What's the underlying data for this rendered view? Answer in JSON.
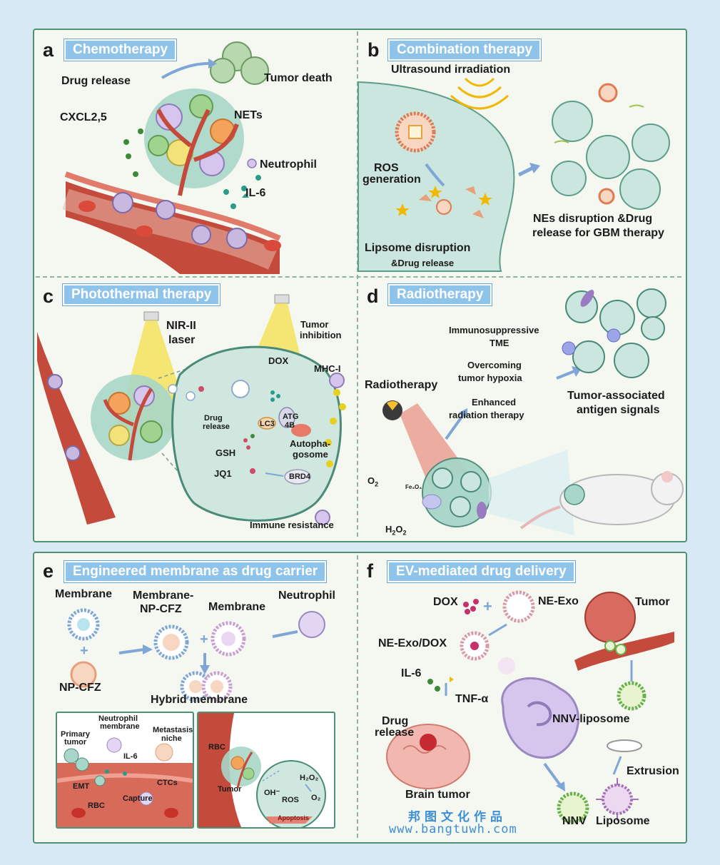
{
  "panels": {
    "a": {
      "letter": "a",
      "title": "Chemotherapy",
      "labels": {
        "drug_release": "Drug release",
        "tumor_death": "Tumor death",
        "cxcl": "CXCL2,5",
        "nets": "NETs",
        "neutrophil": "Neutrophil",
        "il6": "IL-6"
      }
    },
    "b": {
      "letter": "b",
      "title": "Combination therapy",
      "labels": {
        "ultrasound": "Ultrasound irradiation",
        "ros_1": "ROS",
        "ros_2": "generation",
        "lipsome_1": "Lipsome disruption",
        "lipsome_2": "&Drug release",
        "nes_1": "NEs disruption &Drug",
        "nes_2": "release for GBM therapy"
      }
    },
    "c": {
      "letter": "c",
      "title": "Photothermal therapy",
      "labels": {
        "nir_1": "NIR-II",
        "nir_2": "laser",
        "tumor_inh_1": "Tumor",
        "tumor_inh_2": "inhibition",
        "dox": "DOX",
        "mhc": "MHC-I",
        "drug_release_1": "Drug",
        "drug_release_2": "release",
        "lc3": "LC3",
        "atg_1": "ATG",
        "atg_2": "4B",
        "autopha_1": "Autopha-",
        "autopha_2": "gosome",
        "gsh": "GSH",
        "jq1": "JQ1",
        "brd4": "BRD4",
        "immune_resistance": "Immune resistance"
      }
    },
    "d": {
      "letter": "d",
      "title": "Radiotherapy",
      "labels": {
        "immuno_1": "Immunosuppressive",
        "immuno_2": "TME",
        "overcoming_1": "Overcoming",
        "overcoming_2": "tumor hypoxia",
        "enhanced_1": "Enhanced",
        "enhanced_2": "radiation therapy",
        "radiotherapy": "Radiotherapy",
        "taa_1": "Tumor-associated",
        "taa_2": "antigen signals",
        "o2": "O",
        "o2_sub": "2",
        "h2o2_h": "H",
        "h2o2_sub1": "2",
        "h2o2_o": "O",
        "h2o2_sub2": "2",
        "fe3o4": "Fe₃O₄"
      }
    },
    "e": {
      "letter": "e",
      "title": "Engineered membrane as drug carrier",
      "labels": {
        "membrane": "Membrane",
        "membrane_npcfz_1": "Membrane-",
        "membrane_npcfz_2": "NP-CFZ",
        "membrane_2": "Membrane",
        "neutrophil": "Neutrophil",
        "np_cfz": "NP-CFZ",
        "hybrid": "Hybrid membrane",
        "primary_1": "Primary",
        "primary_2": "tumor",
        "neutrophil_mem_1": "Neutrophil",
        "neutrophil_mem_2": "membrane",
        "metastasis_1": "Metastasis",
        "metastasis_2": "niche",
        "il6": "IL-6",
        "emt": "EMT",
        "ctcs": "CTCs",
        "capture": "Capture",
        "rbc": "RBC",
        "rbc_2": "RBC",
        "tumor": "Tumor",
        "h2o2": "H₂O₂",
        "oh": "OH⁻",
        "ros": "ROS",
        "o2": "O₂",
        "apoptosis": "Apoptosis"
      }
    },
    "f": {
      "letter": "f",
      "title": "EV-mediated drug delivery",
      "labels": {
        "dox": "DOX",
        "ne_exo": "NE-Exo",
        "tumor": "Tumor",
        "ne_exo_dox": "NE-Exo/DOX",
        "il6": "IL-6",
        "tnf": "TNF-α",
        "drug_release_1": "Drug",
        "drug_release_2": "release",
        "nnv_liposome": "NNV-liposome",
        "extrusion": "Extrusion",
        "brain_tumor": "Brain tumor",
        "nnv": "NNV",
        "liposome": "Liposome"
      }
    }
  },
  "watermark": {
    "line1": "邦图文化作品",
    "line2": "www.bangtuwh.com"
  },
  "colors": {
    "background": "#d7e9f4",
    "panel_fill": "#f4f8f1",
    "panel_border": "#4f9177",
    "title_badge": "#8fc4ea",
    "cell": "#a8d6c8",
    "vessel": "#c44a3c",
    "laser": "#f6e04a"
  }
}
